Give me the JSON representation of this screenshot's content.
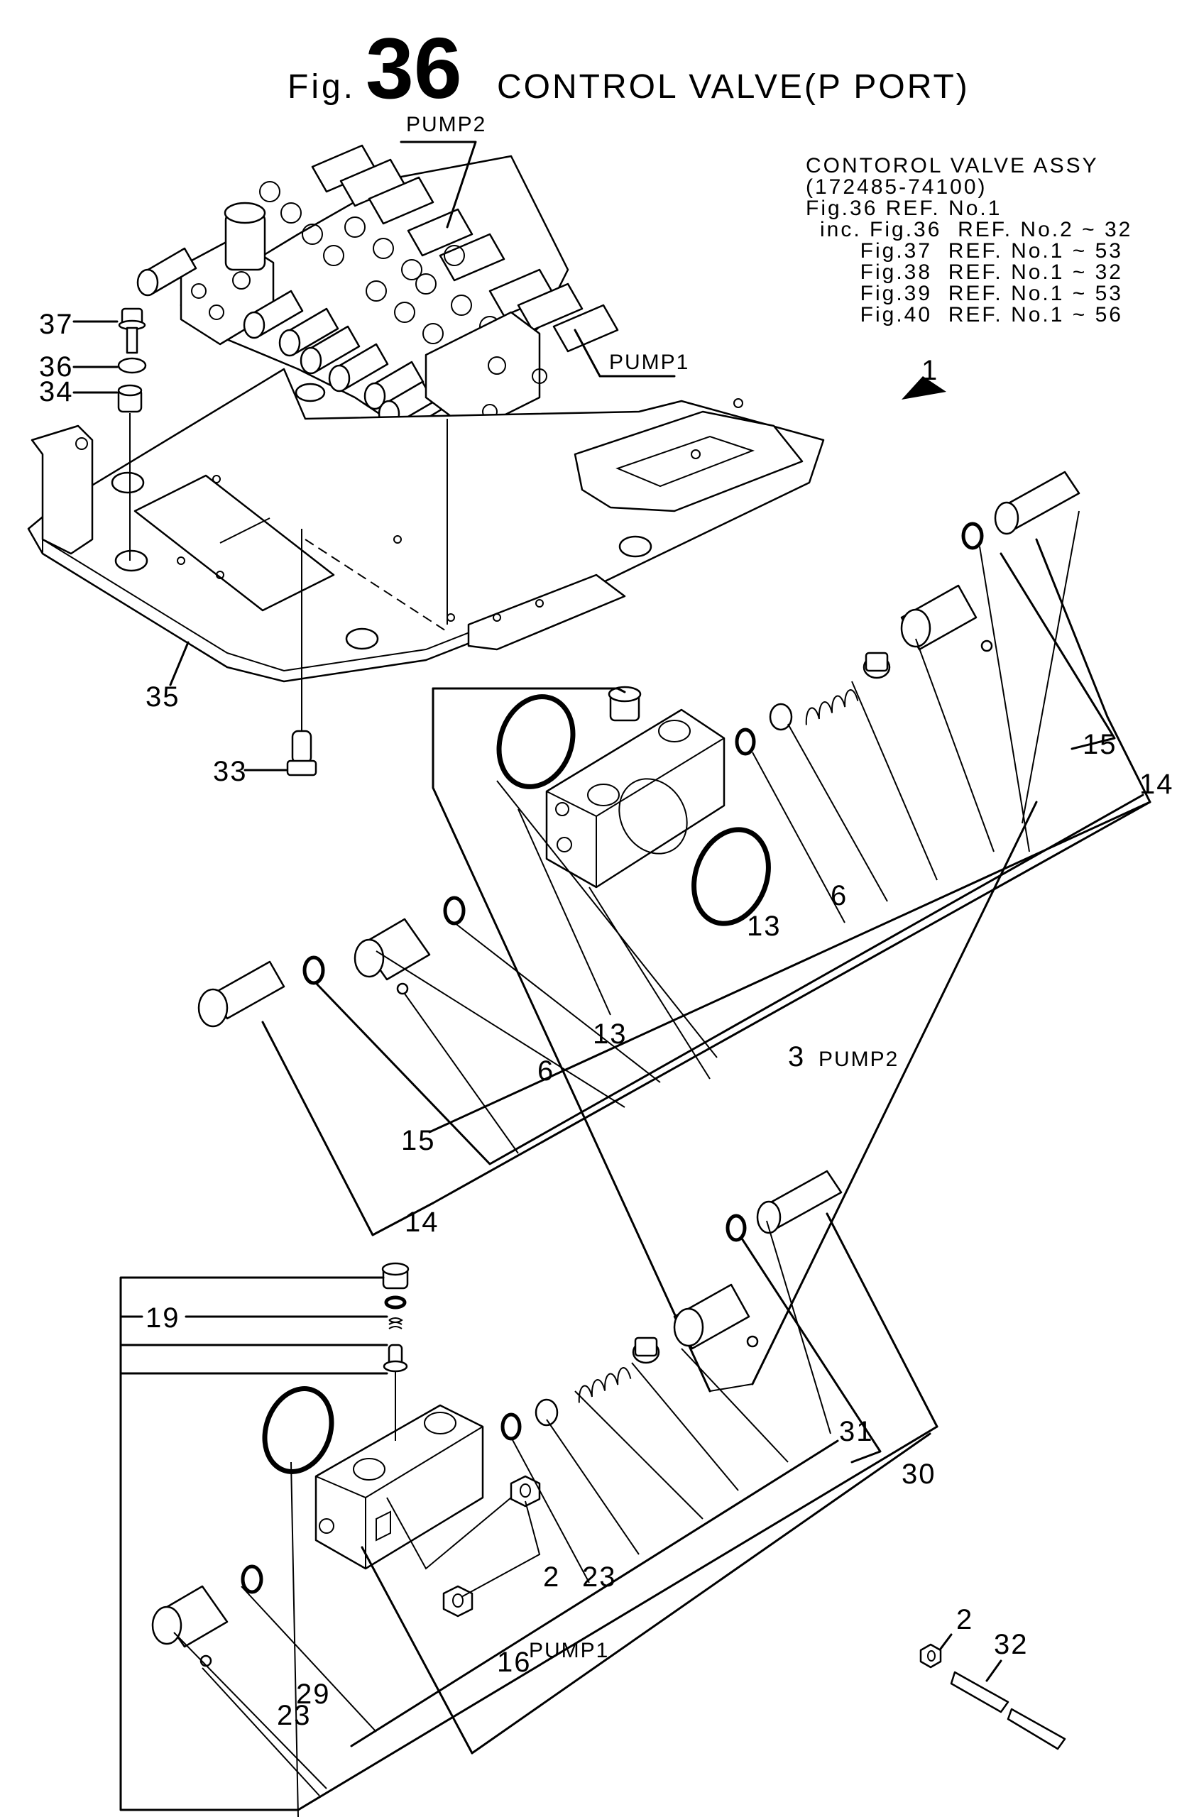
{
  "title": {
    "fig_prefix": "Fig.",
    "fig_number": "36",
    "text": "CONTROL VALVE(P PORT)"
  },
  "assembly_note": {
    "lines": [
      "CONTOROL VALVE ASSY",
      "(172485-74100)",
      "Fig.36 REF. No.1",
      "inc. Fig.36  REF. No.2 ~ 32",
      "     Fig.37  REF. No.1 ~ 53",
      "     Fig.38  REF. No.1 ~ 32",
      "     Fig.39  REF. No.1 ~ 53",
      "     Fig.40  REF. No.1 ~ 56"
    ]
  },
  "pump_labels": {
    "top_pump2": "PUMP2",
    "top_pump1": "PUMP1",
    "mid_pump2": "PUMP2",
    "bottom_pump1": "PUMP1"
  },
  "callouts": {
    "c1": "1",
    "c37": "37",
    "c36": "36",
    "c34": "34",
    "c35": "35",
    "c33": "33",
    "c15_upper": "15",
    "c14_upper": "14",
    "c6_right": "6",
    "c13_right": "13",
    "c3": "3",
    "c13_left": "13",
    "c6_left": "6",
    "c15_left": "15",
    "c14_left": "14",
    "c19": "19",
    "c31": "31",
    "c30": "30",
    "c2_block": "2",
    "c23_right": "23",
    "c16": "16",
    "c23_left": "23",
    "c29": "29",
    "c2_nut": "2",
    "c32": "32"
  }
}
